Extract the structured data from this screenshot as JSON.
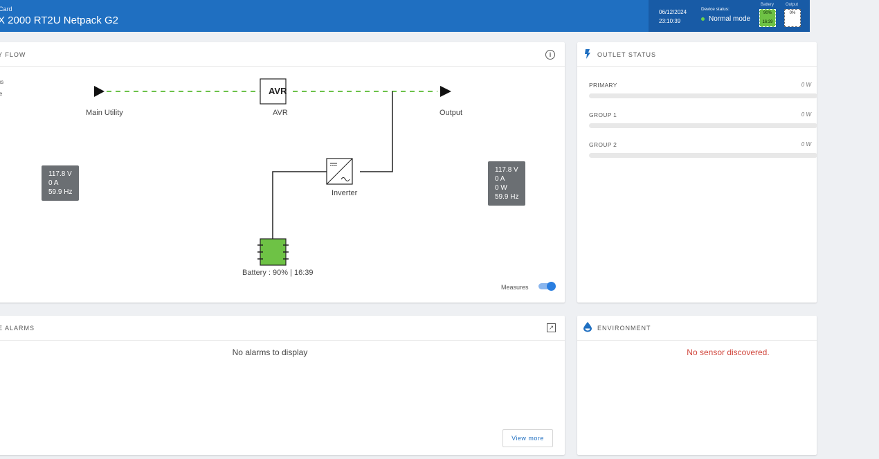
{
  "header": {
    "subtitle": "Card",
    "title": "X 2000 RT2U Netpack G2",
    "date": "06/12/2024",
    "time": "23:10:39",
    "device_status_label": "Device status:",
    "device_status": "Normal mode",
    "battery_label": "Battery",
    "battery_percent": "90%",
    "battery_time": "16:39",
    "output_label": "Output",
    "output_percent": "0%",
    "status_color": "#6bd24a"
  },
  "energy_flow": {
    "title": "Y FLOW",
    "legend_status": "atus",
    "legend_mode": "ode",
    "main_utility_label": "Main Utility",
    "avr_box_text": "AVR",
    "avr_label": "AVR",
    "output_label": "Output",
    "inverter_label": "Inverter",
    "battery_label": "Battery : 90% | 16:39",
    "input_measure": {
      "voltage": "117.8 V",
      "current": "0 A",
      "frequency": "59.9 Hz"
    },
    "output_measure": {
      "voltage": "117.8 V",
      "current": "0 A",
      "power": "0 W",
      "frequency": "59.9 Hz"
    },
    "measures_label": "Measures",
    "measures_toggle_on": true,
    "icons": [
      "info-icon",
      "play-arrow-icon",
      "avr-icon",
      "inverter-icon",
      "battery-icon"
    ]
  },
  "outlet_status": {
    "title": "OUTLET STATUS",
    "icon": "lightning-icon",
    "outlets": [
      {
        "name": "PRIMARY",
        "value": "0 W"
      },
      {
        "name": "GROUP 1",
        "value": "0 W"
      },
      {
        "name": "GROUP 2",
        "value": "0 W"
      }
    ]
  },
  "alarms": {
    "title": "E ALARMS",
    "empty_text": "No alarms to display",
    "view_more": "View more",
    "icon": "external-link-icon"
  },
  "environment": {
    "title": "ENVIRONMENT",
    "icon": "water-drop-icon",
    "empty_text": "No sensor discovered.",
    "empty_color": "#d0443a"
  }
}
